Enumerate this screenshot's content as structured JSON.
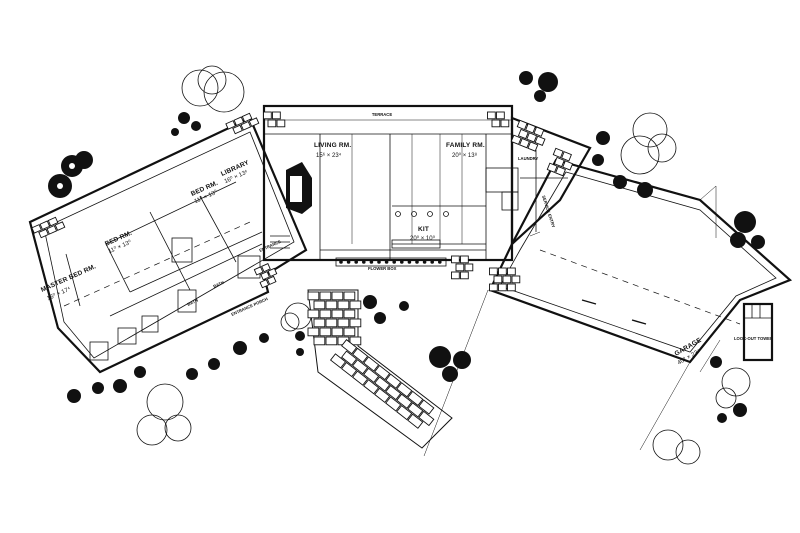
{
  "rooms": {
    "terrace": "TERRACE",
    "living": {
      "name": "LIVING RM.",
      "size": "15⁶ × 23⁴"
    },
    "family": {
      "name": "FAMILY RM.",
      "size": "20⁰ × 13⁸"
    },
    "kitchen": {
      "name": "KIT",
      "size": "20⁰ × 10⁰"
    },
    "library": {
      "name": "LIBRARY",
      "size": "16⁰ × 13⁶"
    },
    "bed1": {
      "name": "BED RM.",
      "size": "11⁰ × 13⁰"
    },
    "bed2": {
      "name": "BED RM.",
      "size": "11⁰ × 13⁰"
    },
    "master": {
      "name": "MASTER BED RM.",
      "size": "16⁰ × 17⁴"
    },
    "garage": {
      "name": "GARAGE",
      "size": "40⁰ × 23⁴"
    },
    "entrance": "ENTRANCE",
    "laundry": "LAUNDRY",
    "bath1": "BATH",
    "bath2": "BATH",
    "service_entry": "SERVICE ENTRY",
    "lookout_tower": "LOOK-OUT TOWER",
    "flower_box": "FLOWER BOX",
    "entrance_porch": "ENTRANCE PORCH"
  },
  "legend_icons": [
    "tree-icon",
    "shrub-icon",
    "stone-paving-icon",
    "fireplace-icon"
  ]
}
